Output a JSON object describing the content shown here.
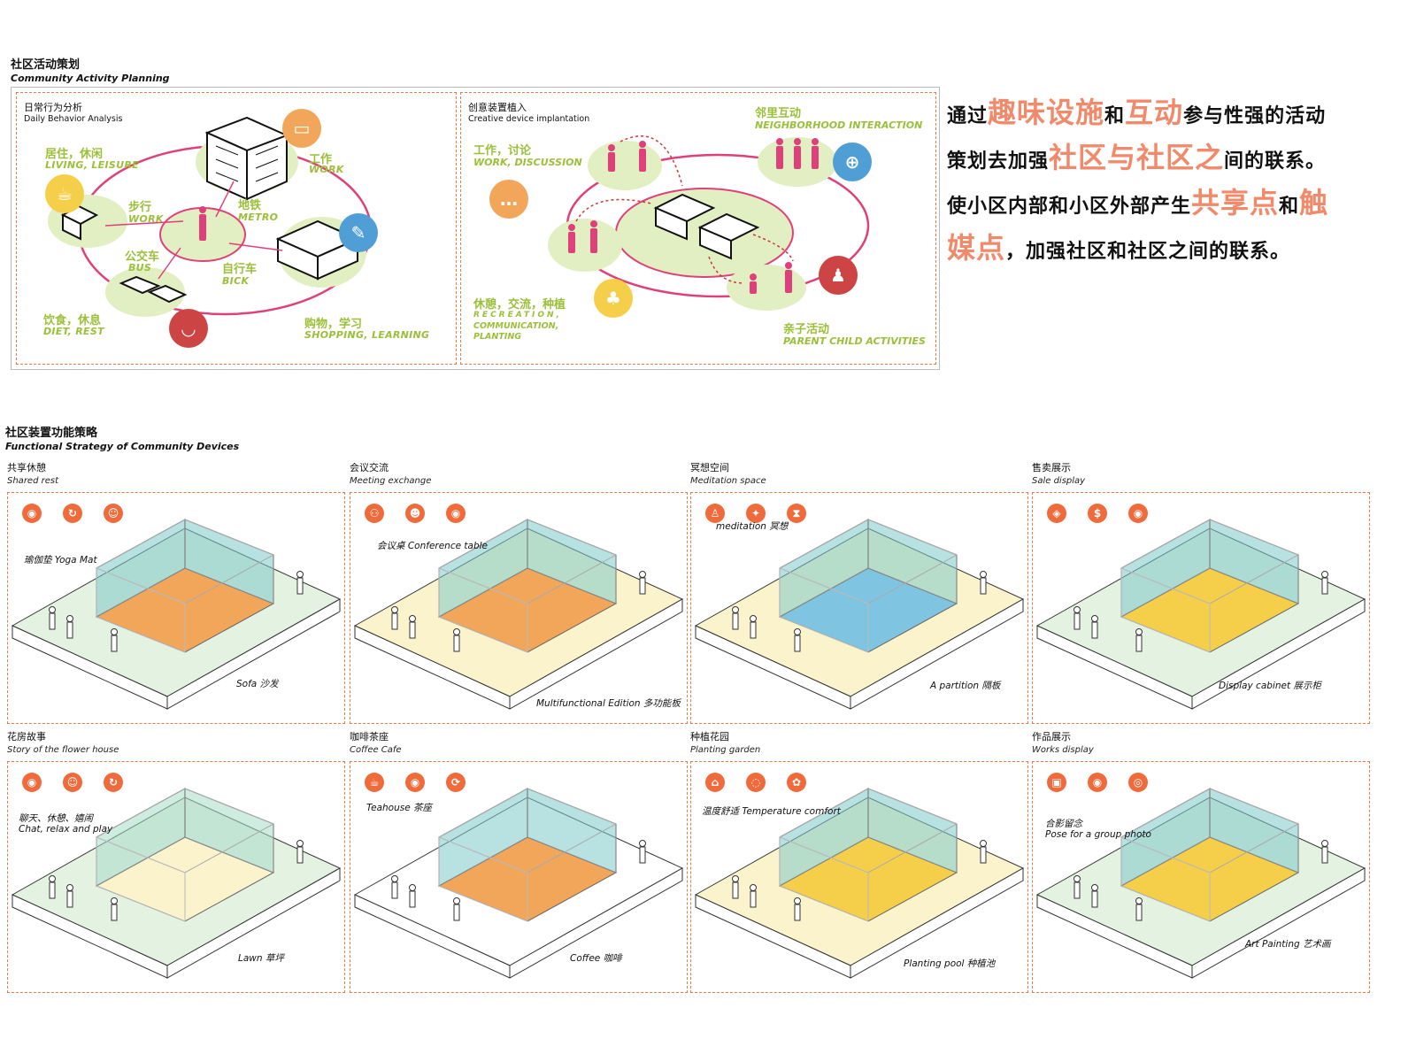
{
  "planning": {
    "title_cn": "社区活动策划",
    "title_en": "Community Activity Planning",
    "left_panel": {
      "title_cn": "日常行为分析",
      "title_en": "Daily Behavior Analysis",
      "labels": {
        "live_cn": "居住，休闲",
        "live_en": "LIVING, LEISURE",
        "walk_cn": "步行",
        "walk_en": "WORK",
        "metro_cn": "地铁",
        "metro_en": "METRO",
        "work_cn": "工作",
        "work_en": "WORK",
        "bus_cn": "公交车",
        "bus_en": "BUS",
        "bike_cn": "自行车",
        "bike_en": "BICK",
        "diet_cn": "饮食，休息",
        "diet_en": "DIET, REST",
        "shop_cn": "购物，学习",
        "shop_en": "SHOPPING, LEARNING"
      }
    },
    "right_panel": {
      "title_cn": "创意装置植入",
      "title_en": "Creative device implantation",
      "labels": {
        "neigh_cn": "邻里互动",
        "neigh_en": "NEIGHBORHOOD INTERACTION",
        "workd_cn": "工作，讨论",
        "workd_en": "WORK, DISCUSSION",
        "rec_cn": "休憩，交流，种植",
        "rec_en1": "RECREATION,",
        "rec_en2": "COMMUNICATION,",
        "rec_en3": "PLANTING",
        "parent_cn": "亲子活动",
        "parent_en": "PARENT CHILD ACTIVITIES"
      }
    },
    "statement": {
      "l1a": "通过",
      "l1b": "趣味设施",
      "l1c": "和",
      "l1d": "互动",
      "l1e": "参与性强的活动",
      "l2a": "策划去加强",
      "l2b": "社区与社区之",
      "l2c": "间的联系。",
      "l3a": "使小区内部和小区外部产生",
      "l3b": "共享点",
      "l3c": "和",
      "l3d": "触",
      "l4a": "媒点",
      "l4b": "，加强社区和社区之间的联系。"
    }
  },
  "strategy": {
    "title_cn": "社区装置功能策略",
    "title_en": "Functional Strategy of Community Devices",
    "cells": [
      {
        "cn": "共享休憩",
        "en": "Shared rest",
        "callouts": [
          "瑜伽垫  Yoga Mat",
          "Sofa  沙发"
        ]
      },
      {
        "cn": "会议交流",
        "en": "Meeting exchange",
        "callouts": [
          "会议桌  Conference table",
          "Multifunctional Edition  多功能板"
        ]
      },
      {
        "cn": "冥想空间",
        "en": "Meditation space",
        "callouts": [
          "meditation  冥想",
          "A partition  隔板"
        ]
      },
      {
        "cn": "售卖展示",
        "en": "Sale display",
        "callouts": [
          "Display cabinet  展示柜"
        ]
      },
      {
        "cn": "花房故事",
        "en": "Story of the flower house",
        "callouts": [
          "聊天、休憩、嬉闹",
          "Chat, relax and play",
          "Lawn  草坪"
        ]
      },
      {
        "cn": "咖啡茶座",
        "en": "Coffee Cafe",
        "callouts": [
          "Teahouse  茶座",
          "Coffee  咖啡"
        ]
      },
      {
        "cn": "种植花园",
        "en": "Planting garden",
        "callouts": [
          "温度舒适  Temperature comfort",
          "Planting pool  种植池"
        ]
      },
      {
        "cn": "作品展示",
        "en": "Works display",
        "callouts": [
          "合影留念",
          "Pose for a group photo",
          "Art Painting  艺术画"
        ]
      }
    ]
  },
  "colors": {
    "accent_orange": "#ef6b3b",
    "pink": "#e0407a",
    "green": "#9cbf3a",
    "teal": "#7ec9c9",
    "highlight": "#f08a6a"
  }
}
